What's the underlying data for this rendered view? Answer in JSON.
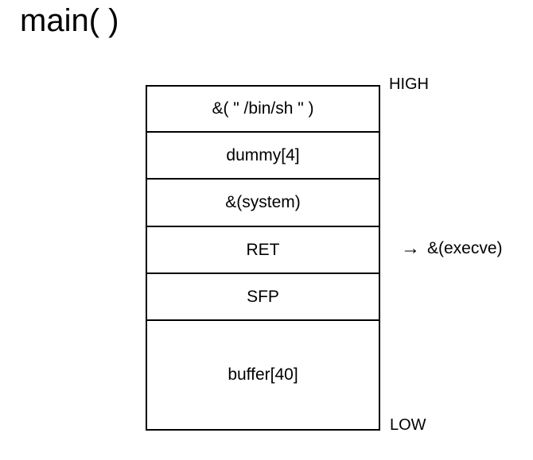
{
  "title": "main( )",
  "stack": {
    "high_label": "HIGH",
    "low_label": "LOW",
    "cells": [
      {
        "label": "&( \" /bin/sh \" )"
      },
      {
        "label": "dummy[4]"
      },
      {
        "label": "&(system)"
      },
      {
        "label": "RET"
      },
      {
        "label": "SFP"
      },
      {
        "label": "buffer[40]"
      }
    ],
    "annotation": {
      "arrow": "→",
      "label": "&(execve)"
    }
  },
  "colors": {
    "background": "#ffffff",
    "line": "#000000",
    "text": "#000000"
  }
}
